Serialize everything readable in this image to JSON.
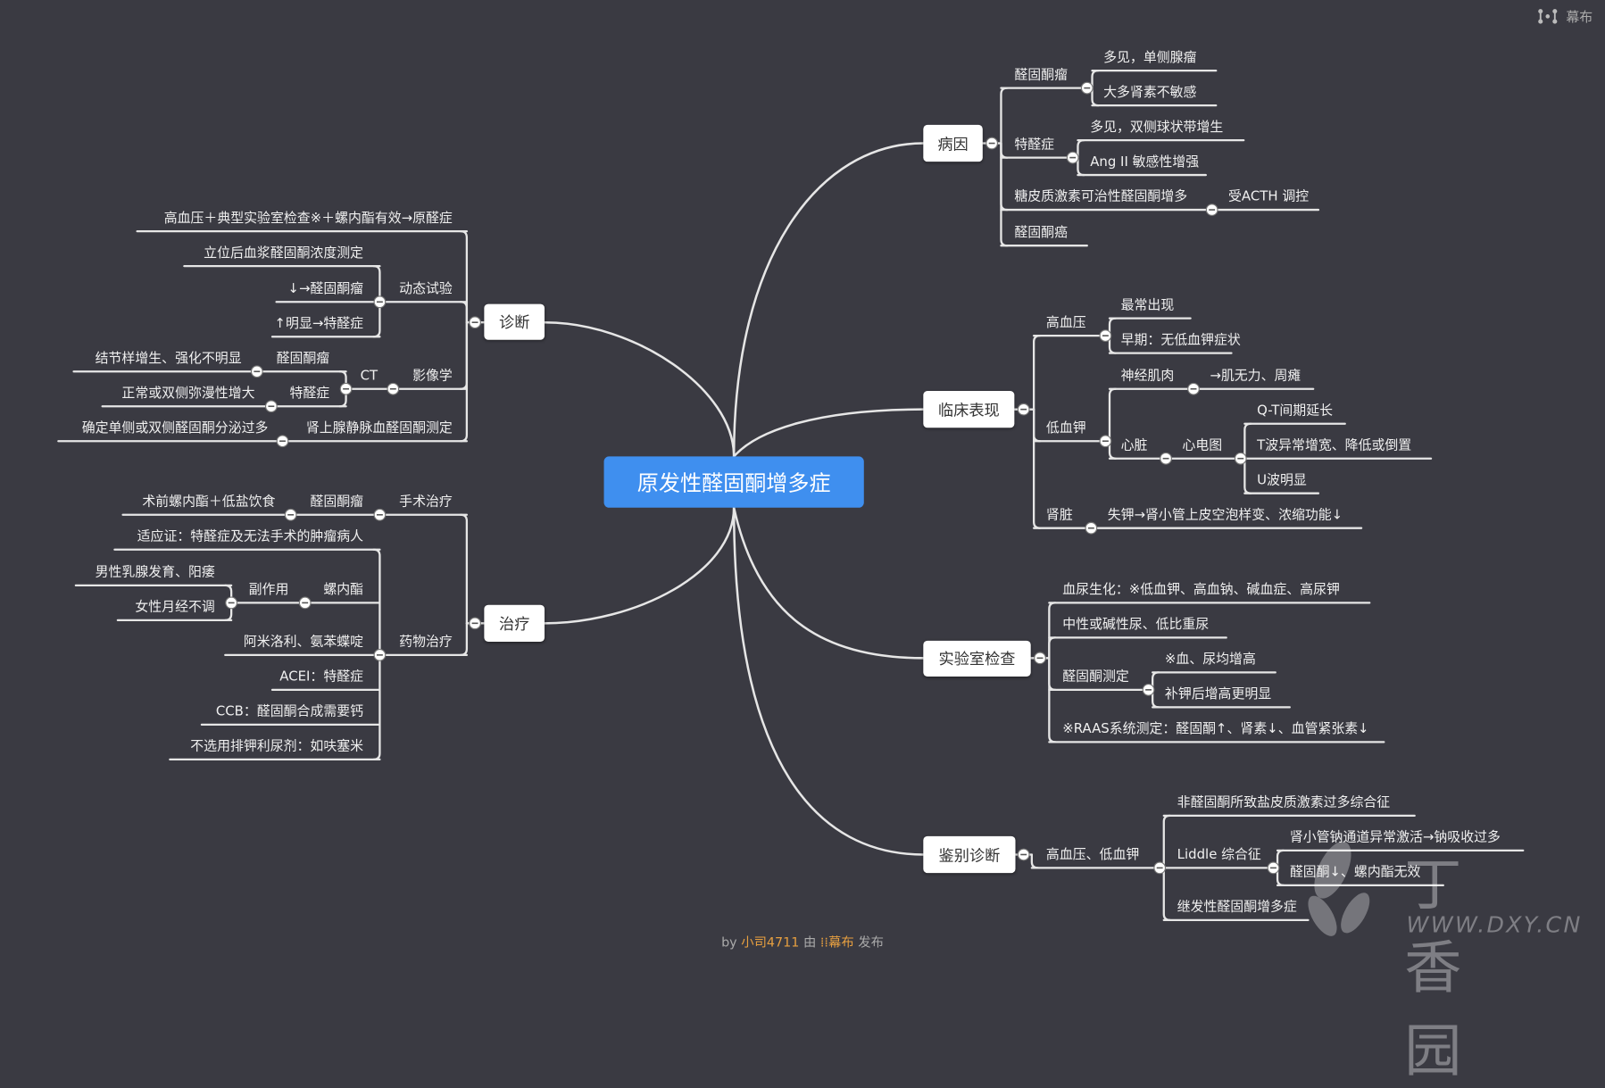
{
  "header": {
    "logo_text": "幕布",
    "logo_icon": "mubu-logo-icon"
  },
  "center": {
    "title": "原发性醛固酮增多症"
  },
  "etiology": {
    "label": "病因",
    "aldosteronoma": "醛固酮瘤",
    "aldosteronoma_1": "多见，单侧腺瘤",
    "aldosteronoma_2": "大多肾素不敏感",
    "iha": "特醛症",
    "iha_1": "多见，双侧球状带增生",
    "iha_2": "Ang II 敏感性增强",
    "gra": "糖皮质激素可治性醛固酮增多",
    "gra_1": "受ACTH 调控",
    "carcinoma": "醛固酮癌"
  },
  "clinical": {
    "label": "临床表现",
    "hypertension": "高血压",
    "ht_1": "最常出现",
    "ht_2": "早期：无低血钾症状",
    "hypokalemia": "低血钾",
    "neuro": "神经肌肉",
    "neuro_1": "→肌无力、周瘫",
    "heart": "心脏",
    "ecg": "心电图",
    "ecg_1": "Q-T间期延长",
    "ecg_2": "T波异常增宽、降低或倒置",
    "ecg_3": "U波明显",
    "kidney": "肾脏",
    "kidney_1": "失钾→肾小管上皮空泡样变、浓缩功能↓"
  },
  "lab": {
    "label": "实验室检查",
    "biochem": "血尿生化：※低血钾、高血钠、碱血症、高尿钾",
    "urine": "中性或碱性尿、低比重尿",
    "aldo": "醛固酮测定",
    "aldo_1": "※血、尿均增高",
    "aldo_2": "补钾后增高更明显",
    "raas": "※RAAS系统测定：醛固酮↑、肾素↓、血管紧张素↓"
  },
  "differential": {
    "label": "鉴别诊断",
    "hthk": "高血压、低血钾",
    "non_aldo": "非醛固酮所致盐皮质激素过多综合征",
    "liddle": "Liddle 综合征",
    "liddle_1": "肾小管钠通道异常激活→钠吸收过多",
    "liddle_2": "醛固酮↓、螺内酯无效",
    "secondary": "继发性醛固酮增多症"
  },
  "diagnosis": {
    "label": "诊断",
    "criteria": "高血压＋典型实验室检查※＋螺内酯有效→原醛症",
    "dynamic": "动态试验",
    "dyn_1": "立位后血浆醛固酮浓度测定",
    "dyn_2": "↓→醛固酮瘤",
    "dyn_3": "↑明显→特醛症",
    "imaging": "影像学",
    "ct": "CT",
    "ct_aldo": "醛固酮瘤",
    "ct_aldo_1": "结节样增生、强化不明显",
    "ct_iha": "特醛症",
    "ct_iha_1": "正常或双侧弥漫性增大",
    "avs": "肾上腺静脉血醛固酮测定",
    "avs_1": "确定单侧或双侧醛固酮分泌过多"
  },
  "treatment": {
    "label": "治疗",
    "surgery": "手术治疗",
    "surg_aldo": "醛固酮瘤",
    "surg_aldo_1": "术前螺内酯＋低盐饮食",
    "drug": "药物治疗",
    "drug_ind": "适应证：特醛症及无法手术的肿瘤病人",
    "spiro": "螺内酯",
    "side": "副作用",
    "side_1": "男性乳腺发育、阳痿",
    "side_2": "女性月经不调",
    "amiloride": "阿米洛利、氨苯蝶啶",
    "acei": "ACEI：特醛症",
    "ccb": "CCB：醛固酮合成需要钙",
    "no_diuretic": "不选用排钾利尿剂：如呋塞米"
  },
  "footer": {
    "by": "by",
    "author": "小司4711",
    "via": "由",
    "brand": "幕布",
    "publish": "发布"
  },
  "watermark": {
    "text": "丁香园",
    "url": "WWW.DXY.CN"
  },
  "colors": {
    "background": "#3a3a42",
    "accent": "#3f8fef",
    "line": "#e6e6e6"
  }
}
